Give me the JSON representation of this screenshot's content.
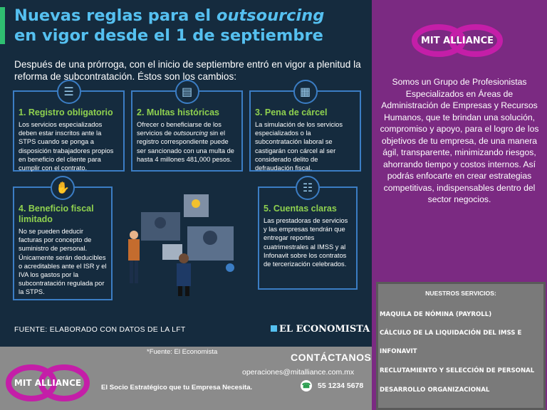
{
  "infographic": {
    "title_line1": "Nuevas reglas para el ",
    "title_em": "outsourcing",
    "title_line2": "en vigor desde el 1 de septiembre",
    "intro": "Después de una prórroga, con el inicio de septiembre entró en vigor a plenitud la reforma de subcontratación. Éstos son los cambios:",
    "cards": [
      {
        "heading": "1. Registro obligatorio",
        "body": "Los servicios especializados deben estar inscritos ante la STPS cuando se ponga a disposición trabajadores propios en beneficio del cliente para cumplir con el contrato.",
        "icon": "document-icon"
      },
      {
        "heading": "2. Multas históricas",
        "body_pre": "Ofrecer o beneficiarse de los servicios de ",
        "body_em": "outsourcing",
        "body_post": " sin el registro correspondiente puede ser sancionado con una multa de hasta 4 millones 481,000 pesos.",
        "icon": "receipt-icon"
      },
      {
        "heading": "3. Pena de cárcel",
        "body": "La simulación de los servicios especializados o la subcontratación laboral se castigarán con cárcel al ser considerado delito de defraudación fiscal.",
        "icon": "prison-icon"
      },
      {
        "heading": "4. Beneficio fiscal limitado",
        "body": "No se pueden deducir facturas por concepto de suministro de personal. Únicamente serán deducibles o acreditables ante el ISR y el IVA los gastos por la subcontratación regulada por la STPS.",
        "icon": "hand-stop-icon"
      },
      {
        "heading": "5. Cuentas claras",
        "body": "Las prestadoras de servicios y las empresas tendrán que entregar reportes cuatrimestrales al IMSS y al Infonavit sobre los contratos de tercerización celebrados.",
        "icon": "report-icon"
      }
    ],
    "source": "FUENTE: ELABORADO CON DATOS DE LA LFT",
    "brand": "EL ECONOMISTA"
  },
  "footer": {
    "source_note": "*Fuente: El Economista",
    "contact_heading": "CONTÁCTANOS",
    "email": "operaciones@mitalliance.com.mx",
    "phone": "55 1234 5678",
    "tagline": "El Socio Estratégico que tu Empresa Necesita."
  },
  "logo_text": "MIT ALLIANCE",
  "about": "Somos un Grupo de Profesionistas Especializados en Áreas de Administración de Empresas y Recursos Humanos, que te brindan una solución, compromiso y apoyo, para el logro de los objetivos de tu empresa, de una manera ágil, transparente, minimizando riesgos, ahorrando tiempo y costos internos. Así podrás enfocarte en crear estrategias competitivas, indispensables dentro del sector negocios.",
  "services": {
    "heading": "NUESTROS SERVICIOS:",
    "items": [
      "MAQUILA DE NÓMINA (PAYROLL)",
      "CÁLCULO DE LA LIQUIDACIÓN DEL IMSS E",
      "INFONAVIT",
      "RECLUTAMIENTO Y SELECCIÓN DE PERSONAL",
      "DESARROLLO ORGANIZACIONAL"
    ]
  },
  "colors": {
    "panel_bg": "#152b3e",
    "title_blue": "#55c0f0",
    "heading_green": "#8fd14f",
    "purple": "#7b2a82",
    "magenta_logo": "#c41ea8"
  }
}
